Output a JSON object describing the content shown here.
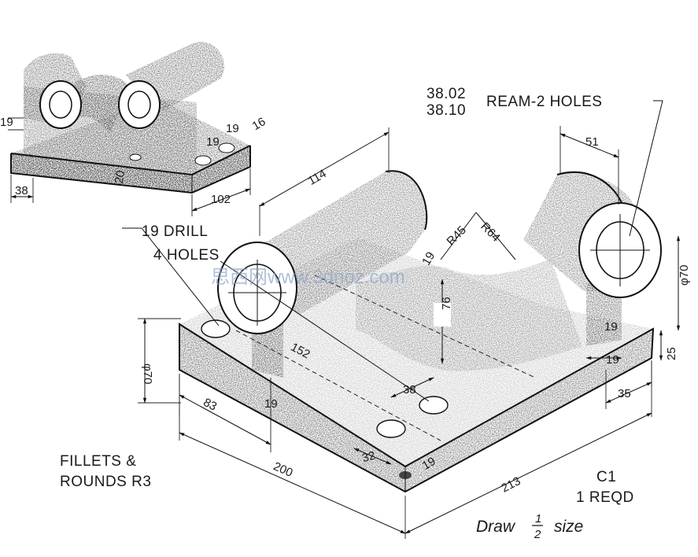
{
  "notes": {
    "ream_line1": "38.02",
    "ream_line2": "38.10",
    "ream_text": "REAM-2 HOLES",
    "drill_line1": "19 DRILL",
    "drill_line2": "4 HOLES",
    "fillets_line1": "FILLETS &",
    "fillets_line2": "ROUNDS R3",
    "part_id": "C1",
    "qty": "1 REQD",
    "scale_prefix": "Draw",
    "scale_num": "1",
    "scale_den": "2",
    "scale_suffix": "size",
    "watermark": "思西网www.3dnoz.com"
  },
  "dims_main": {
    "d114": "114",
    "d51": "51",
    "r45": "R45",
    "r64": "R64",
    "d19_arc": "19",
    "d76": "76",
    "dia70_right": "φ70",
    "dia70_left": "φ70",
    "d19_right_top": "19",
    "d19_right_bot": "19",
    "d25": "25",
    "d35": "35",
    "d83": "83",
    "d152": "152",
    "d38": "38",
    "d19_mid": "19",
    "d32": "32",
    "d19_front": "19",
    "d200": "200",
    "d213": "213"
  },
  "dims_small": {
    "s19_left": "19",
    "s38": "38",
    "s20": "20",
    "s19_a": "19",
    "s19_b": "19",
    "s16": "16",
    "s102": "102"
  },
  "colors": {
    "ink": "#111111",
    "shade": "#7a7a7a",
    "paper": "#ffffff"
  }
}
